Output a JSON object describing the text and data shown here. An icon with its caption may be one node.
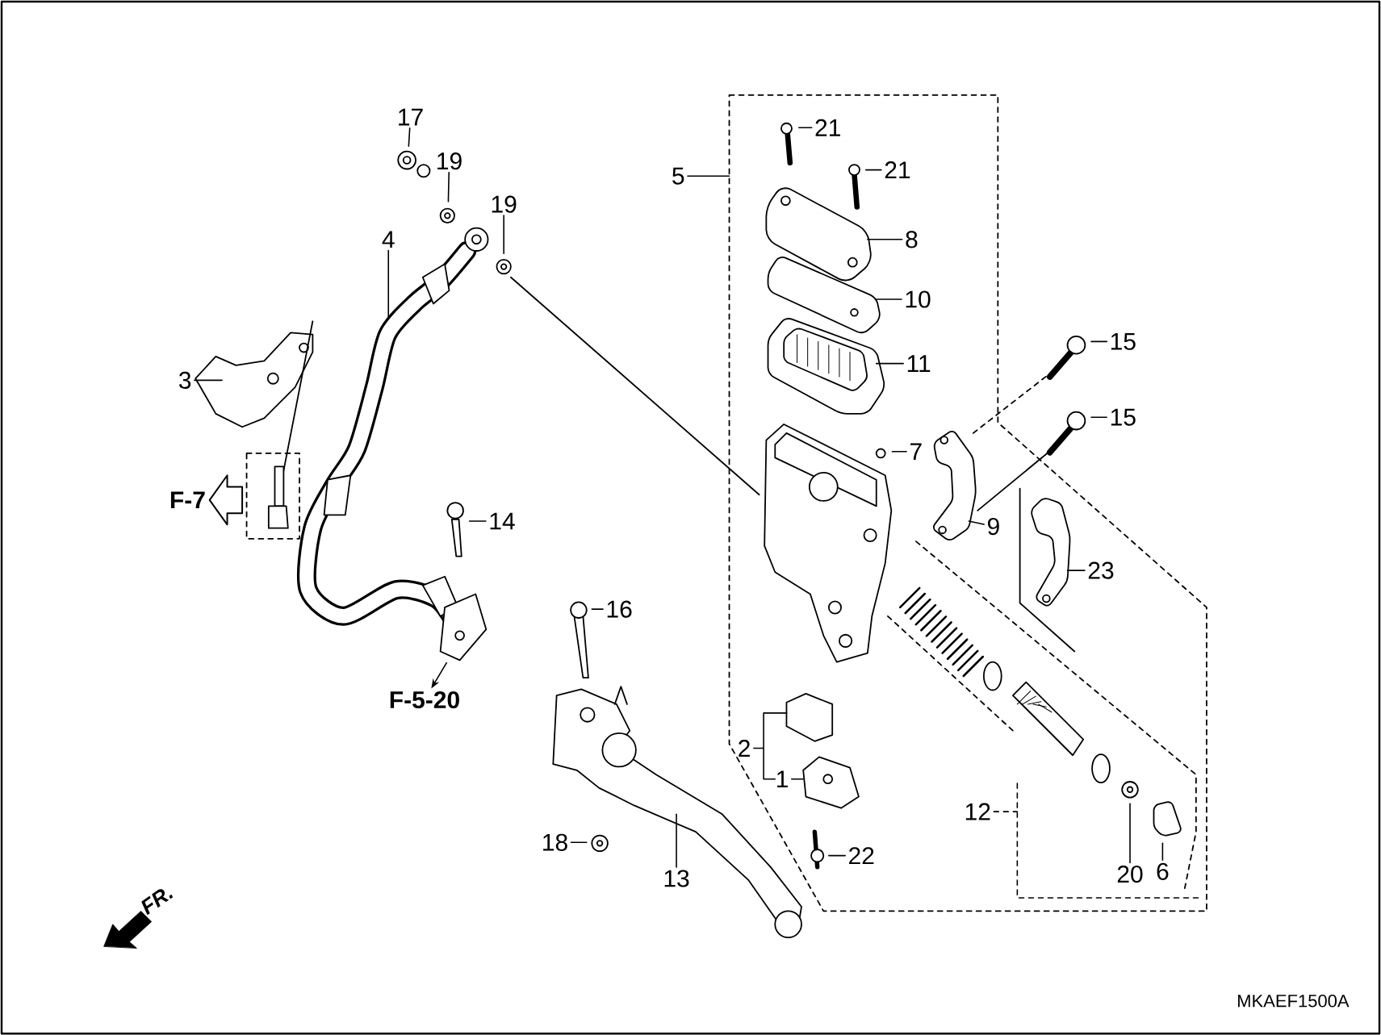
{
  "diagram": {
    "nodes": [
      {
        "text": [
          "17"
        ]
      },
      {
        "text": [
          "19"
        ]
      },
      {
        "text": [
          "19"
        ]
      },
      {
        "text": [
          "4"
        ]
      },
      {
        "text": [
          "3"
        ]
      },
      {
        "text": [
          "5"
        ]
      },
      {
        "text": [
          "21"
        ]
      },
      {
        "text": [
          "21"
        ]
      },
      {
        "text": [
          "8"
        ]
      },
      {
        "text": [
          "10"
        ]
      },
      {
        "text": [
          "11"
        ]
      },
      {
        "text": [
          "7"
        ]
      },
      {
        "text": [
          "15"
        ]
      },
      {
        "text": [
          "15"
        ]
      },
      {
        "text": [
          "9"
        ]
      },
      {
        "text": [
          "23"
        ]
      },
      {
        "text": [
          "14"
        ]
      },
      {
        "text": [
          "16"
        ]
      },
      {
        "text": [
          "2"
        ]
      },
      {
        "text": [
          "1"
        ]
      },
      {
        "text": [
          "22"
        ]
      },
      {
        "text": [
          "12"
        ]
      },
      {
        "text": [
          "20"
        ]
      },
      {
        "text": [
          "6"
        ]
      },
      {
        "text": [
          "18"
        ]
      },
      {
        "text": [
          "13"
        ]
      },
      {
        "text": [
          "F-7"
        ]
      },
      {
        "text": [
          "F-5-20"
        ]
      }
    ],
    "edges": [
      {
        "from": 0,
        "to": null,
        "arrow": "none"
      },
      {
        "from": 1,
        "to": null,
        "arrow": "none"
      },
      {
        "from": 2,
        "to": null,
        "arrow": "none"
      },
      {
        "from": 3,
        "to": null,
        "arrow": "none"
      },
      {
        "from": 4,
        "to": null,
        "arrow": "none"
      },
      {
        "from": 5,
        "to": null,
        "arrow": "none"
      },
      {
        "from": 6,
        "to": null,
        "arrow": "none"
      },
      {
        "from": 7,
        "to": null,
        "arrow": "none"
      },
      {
        "from": 8,
        "to": null,
        "arrow": "none"
      },
      {
        "from": 9,
        "to": null,
        "arrow": "none"
      },
      {
        "from": 10,
        "to": null,
        "arrow": "none"
      },
      {
        "from": 11,
        "to": null,
        "arrow": "none"
      },
      {
        "from": 12,
        "to": null,
        "arrow": "none"
      },
      {
        "from": 13,
        "to": null,
        "arrow": "none"
      },
      {
        "from": 14,
        "to": null,
        "arrow": "none"
      },
      {
        "from": 15,
        "to": null,
        "arrow": "none"
      },
      {
        "from": 16,
        "to": null,
        "arrow": "none"
      },
      {
        "from": 17,
        "to": null,
        "arrow": "none"
      },
      {
        "from": 18,
        "to": null,
        "arrow": "none"
      },
      {
        "from": 19,
        "to": null,
        "arrow": "none"
      },
      {
        "from": 20,
        "to": null,
        "arrow": "none"
      },
      {
        "from": 21,
        "to": null,
        "arrow": "none",
        "style": "dashed"
      },
      {
        "from": 22,
        "to": null,
        "arrow": "none"
      },
      {
        "from": 23,
        "to": null,
        "arrow": "none"
      },
      {
        "from": 24,
        "to": null,
        "arrow": "none"
      },
      {
        "from": 25,
        "to": null,
        "arrow": "none"
      },
      {
        "from": null,
        "to": 27,
        "arrow": "to"
      }
    ],
    "labels": [
      "FR.",
      "MKAEF1500A"
    ]
  }
}
